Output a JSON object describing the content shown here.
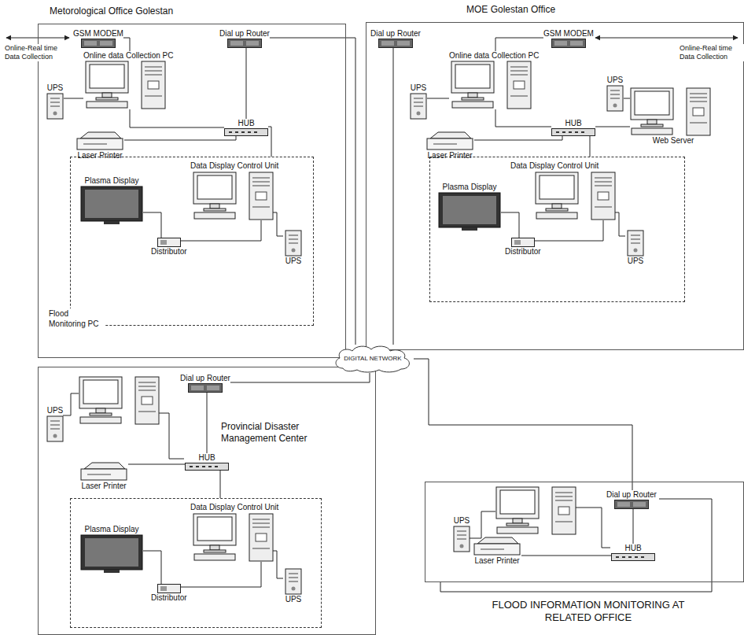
{
  "diagram": {
    "nodes": [
      {
        "text": [
          "Metorological Office Golestan"
        ]
      },
      {
        "text": [
          "GSM MODEM"
        ],
        "in": 0
      },
      {
        "text": [
          "Dial up Router"
        ],
        "in": 0
      },
      {
        "text": [
          "Online data Collection PC"
        ],
        "in": 0
      },
      {
        "text": [
          "UPS"
        ],
        "in": 0
      },
      {
        "text": [
          "HUB"
        ],
        "in": 0
      },
      {
        "text": [
          "Laser Printer"
        ],
        "in": 0
      },
      {
        "text": [
          "Data Display Control Unit",
          "Flood Monitoring PC"
        ],
        "in": 0
      },
      {
        "text": [
          "Plasma Display"
        ],
        "in": 7
      },
      {
        "text": [
          "Distributor"
        ],
        "in": 7
      },
      {
        "text": [
          "UPS"
        ],
        "in": 7
      },
      {
        "text": [
          "MOE Golestan Office"
        ]
      },
      {
        "text": [
          "Dial up Router"
        ],
        "in": 11
      },
      {
        "text": [
          "GSM MODEM"
        ],
        "in": 11
      },
      {
        "text": [
          "Online data Collection PC"
        ],
        "in": 11
      },
      {
        "text": [
          "UPS"
        ],
        "in": 11
      },
      {
        "text": [
          "HUB"
        ],
        "in": 11
      },
      {
        "text": [
          "Laser Printer"
        ],
        "in": 11
      },
      {
        "text": [
          "Web Server"
        ],
        "in": 11
      },
      {
        "text": [
          "UPS"
        ],
        "in": 11
      },
      {
        "text": [
          "Data Display Control Unit"
        ],
        "in": 11
      },
      {
        "text": [
          "Plasma Display"
        ],
        "in": 20
      },
      {
        "text": [
          "Distributor"
        ],
        "in": 20
      },
      {
        "text": [
          "UPS"
        ],
        "in": 20
      },
      {
        "text": [
          "Provincial Disaster Management Center"
        ]
      },
      {
        "text": [
          "Dial up Router"
        ],
        "in": 24
      },
      {
        "text": [
          "UPS"
        ],
        "in": 24
      },
      {
        "text": [
          "HUB"
        ],
        "in": 24
      },
      {
        "text": [
          "Laser Printer"
        ],
        "in": 24
      },
      {
        "text": [
          "Data Display Control Unit"
        ],
        "in": 24
      },
      {
        "text": [
          "Plasma Display"
        ],
        "in": 29
      },
      {
        "text": [
          "Distributor"
        ],
        "in": 29
      },
      {
        "text": [
          "UPS"
        ],
        "in": 29
      },
      {
        "text": [
          "DIGITAL NETWORK"
        ]
      },
      {
        "text": [
          "FLOOD INFORMATION MONITORING AT RELATED OFFICE"
        ]
      },
      {
        "text": [
          "Dial up Router"
        ],
        "in": 34
      },
      {
        "text": [
          "UPS"
        ],
        "in": 34
      },
      {
        "text": [
          "HUB"
        ],
        "in": 34
      },
      {
        "text": [
          "Laser Printer"
        ],
        "in": 34
      }
    ],
    "edges": [
      {
        "from": 1,
        "to": 3,
        "arrow": "none"
      },
      {
        "from": 4,
        "to": 3,
        "arrow": "none"
      },
      {
        "from": 2,
        "to": 5,
        "arrow": "none"
      },
      {
        "from": 3,
        "to": 5,
        "arrow": "none"
      },
      {
        "from": 6,
        "to": 5,
        "arrow": "none"
      },
      {
        "from": 5,
        "to": 7,
        "arrow": "none"
      },
      {
        "from": 9,
        "to": 8,
        "arrow": "none"
      },
      {
        "from": 2,
        "to": 33,
        "arrow": "none"
      },
      {
        "from": 13,
        "to": 14,
        "arrow": "none"
      },
      {
        "from": 15,
        "to": 14,
        "arrow": "none"
      },
      {
        "from": 14,
        "to": 16,
        "arrow": "none"
      },
      {
        "from": 17,
        "to": 16,
        "arrow": "none"
      },
      {
        "from": 16,
        "to": 18,
        "arrow": "none"
      },
      {
        "from": 19,
        "to": 18,
        "arrow": "none"
      },
      {
        "from": 16,
        "to": 20,
        "arrow": "none"
      },
      {
        "from": 22,
        "to": 21,
        "arrow": "none"
      },
      {
        "from": 12,
        "to": 33,
        "arrow": "none"
      },
      {
        "from": 25,
        "to": 27,
        "arrow": "none"
      },
      {
        "from": 28,
        "to": 27,
        "arrow": "none"
      },
      {
        "from": 27,
        "to": 29,
        "arrow": "none"
      },
      {
        "from": 31,
        "to": 30,
        "arrow": "none"
      },
      {
        "from": 25,
        "to": 33,
        "arrow": "none"
      },
      {
        "from": 35,
        "to": 37,
        "arrow": "none"
      },
      {
        "from": 38,
        "to": 37,
        "arrow": "none"
      },
      {
        "from": 35,
        "to": 33,
        "arrow": "none"
      }
    ],
    "labels": [
      "Online-Real time Data Collection",
      "Online-Real time Data Collection"
    ]
  }
}
